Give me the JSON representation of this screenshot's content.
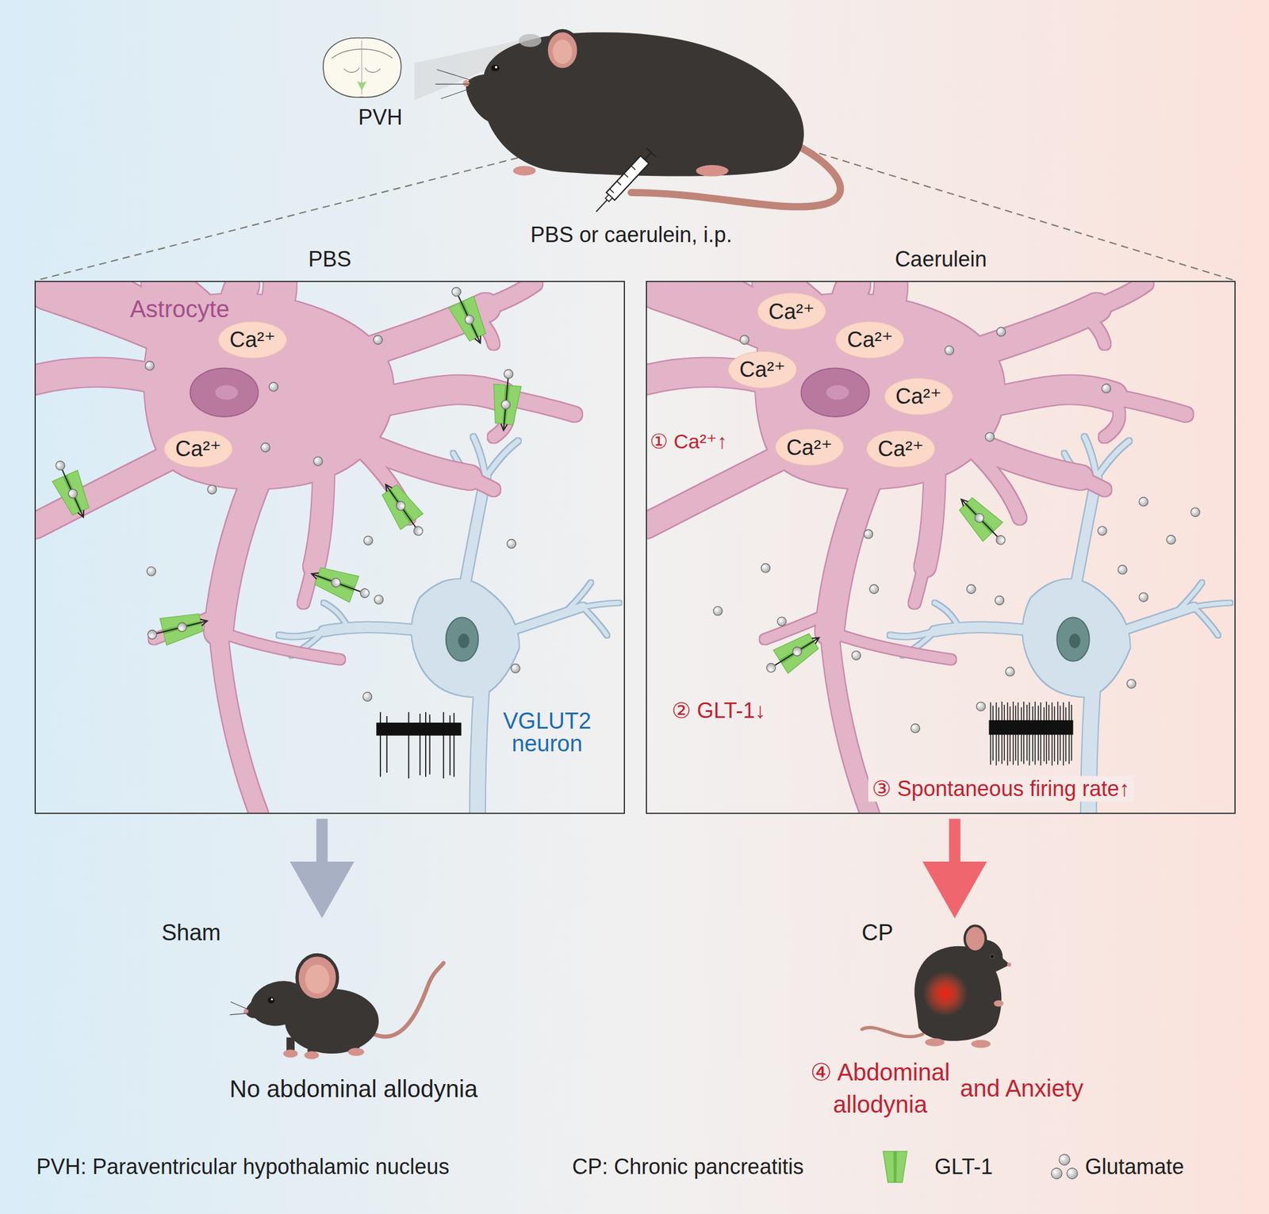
{
  "diagram": {
    "nodes": [
      {
        "text": [
          "PBS"
        ]
      },
      {
        "text": [
          "Caerulein"
        ]
      },
      {
        "text": [
          "Ca²⁺"
        ],
        "in": 0
      },
      {
        "text": [
          "Ca²⁺"
        ],
        "in": 0
      },
      {
        "text": [
          "Ca²⁺"
        ],
        "in": 1
      },
      {
        "text": [
          "Ca²⁺"
        ],
        "in": 1
      },
      {
        "text": [
          "Ca²⁺"
        ],
        "in": 1
      },
      {
        "text": [
          "Ca²⁺"
        ],
        "in": 1
      },
      {
        "text": [
          "Ca²⁺"
        ],
        "in": 1
      },
      {
        "text": [
          "Ca²⁺"
        ],
        "in": 1
      },
      {
        "text": [
          "Sham",
          "No abdominal allodynia"
        ]
      },
      {
        "text": [
          "CP",
          "④ Abdominal allodynia",
          "and Anxiety"
        ]
      }
    ],
    "edges": [
      {
        "from": 0,
        "to": 10,
        "arrow": "to"
      },
      {
        "from": 1,
        "to": 11,
        "arrow": "to"
      }
    ],
    "labels": [
      "PVH",
      "PBS or caerulein, i.p.",
      "Astrocyte",
      "VGLUT2 neuron",
      "① Ca²⁺↑",
      "② GLT-1↓",
      "③ Spontaneous firing rate↑",
      "PVH: Paraventricular hypothalamic nucleus",
      "CP: Chronic pancreatitis"
    ],
    "legend": [
      {
        "text": "GLT-1"
      },
      {
        "text": "Glutamate"
      }
    ]
  }
}
